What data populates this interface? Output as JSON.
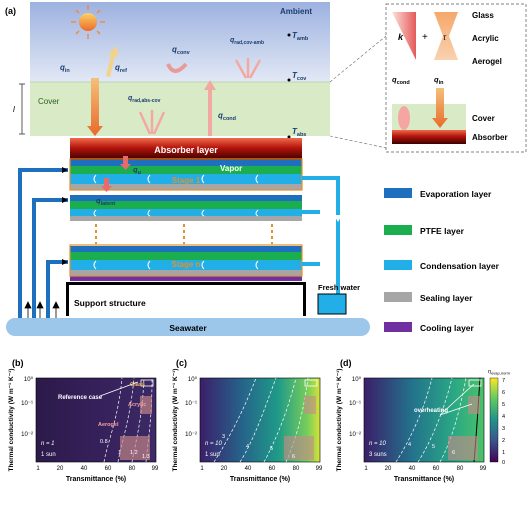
{
  "panel_a": {
    "label": "(a)",
    "ambient": "Ambient",
    "cover": "Cover",
    "thickness": "l",
    "q_in": "q",
    "q_in_sub": "in",
    "q_ref": "q",
    "q_ref_sub": "ref",
    "q_conv": "q",
    "q_conv_sub": "conv",
    "q_rad_cov_amb": "q",
    "q_rad_cov_amb_sub": "rad,cov-amb",
    "q_rad_abs_cov": "q",
    "q_rad_abs_cov_sub": "rad,abs-cov",
    "q_cond": "q",
    "q_cond_sub": "cond",
    "T_amb": "T",
    "T_amb_sub": "amb",
    "T_cov": "T",
    "T_cov_sub": "cov",
    "T_abs": "T",
    "T_abs_sub": "abs",
    "absorber_layer": "Absorber layer",
    "vapor": "Vapor",
    "stage_1": "Stage 1",
    "stage_n": "Stage n",
    "q_u": "q",
    "q_u_sub": "u",
    "q_latent": "q",
    "q_latent_sub": "latent",
    "support_structure": "Support structure",
    "seawater": "Seawater",
    "fresh_water": "Fresh water",
    "legend": [
      {
        "label": "Evaporation layer",
        "color": "#1f6fbf"
      },
      {
        "label": "PTFE layer",
        "color": "#1aae4e"
      },
      {
        "label": "Condensation layer",
        "color": "#22aee6"
      },
      {
        "label": "Sealing layer",
        "color": "#a6a6a6"
      },
      {
        "label": "Cooling layer",
        "color": "#7030a0"
      }
    ],
    "inset": {
      "k": "k",
      "plus": "+",
      "tau": "τ",
      "materials": [
        "Glass",
        "Acrylic",
        "Aerogel"
      ],
      "q_cond": "q",
      "q_cond_sub": "cond",
      "q_in": "q",
      "q_in_sub": "in",
      "cover": "Cover",
      "absorber": "Absorber"
    }
  },
  "panels": [
    {
      "label": "(b)",
      "ylabel": "Thermal conductivity (W m⁻¹ K⁻¹)",
      "xlabel": "Transmittance (%)",
      "xticks": [
        "1",
        "20",
        "40",
        "60",
        "80",
        "99"
      ],
      "yticks": [
        "10⁰",
        "10⁻¹",
        "10⁻²"
      ],
      "n": "n = 1",
      "sun": "1 sun",
      "annotations": [
        "Glass",
        "Acrylic",
        "Aerogel",
        "Reference case"
      ],
      "contours": [
        "0.8",
        "1",
        "1.2",
        "1.3"
      ]
    },
    {
      "label": "(c)",
      "ylabel": "Thermal conductivity (W m⁻¹ K⁻¹)",
      "xlabel": "Transmittance (%)",
      "xticks": [
        "1",
        "20",
        "40",
        "60",
        "80",
        "99"
      ],
      "yticks": [
        "10⁰",
        "10⁻¹",
        "10⁻²"
      ],
      "n": "n = 10",
      "sun": "1 sun",
      "contours": [
        "3",
        "4",
        "5",
        "6"
      ]
    },
    {
      "label": "(d)",
      "ylabel": "Thermal conductivity (W m⁻¹ K⁻¹)",
      "xlabel": "Transmittance (%)",
      "xticks": [
        "1",
        "20",
        "40",
        "60",
        "80",
        "99"
      ],
      "yticks": [
        "10⁰",
        "10⁻¹",
        "10⁻²"
      ],
      "n": "n = 10",
      "sun": "3 suns",
      "annotation": "overheating",
      "contours": [
        "4",
        "5",
        "6"
      ]
    }
  ],
  "colorbar": {
    "title": "η",
    "title_sub": "evap,norm",
    "ticks": [
      "7",
      "6",
      "5",
      "4",
      "3",
      "2",
      "1",
      "0"
    ]
  }
}
